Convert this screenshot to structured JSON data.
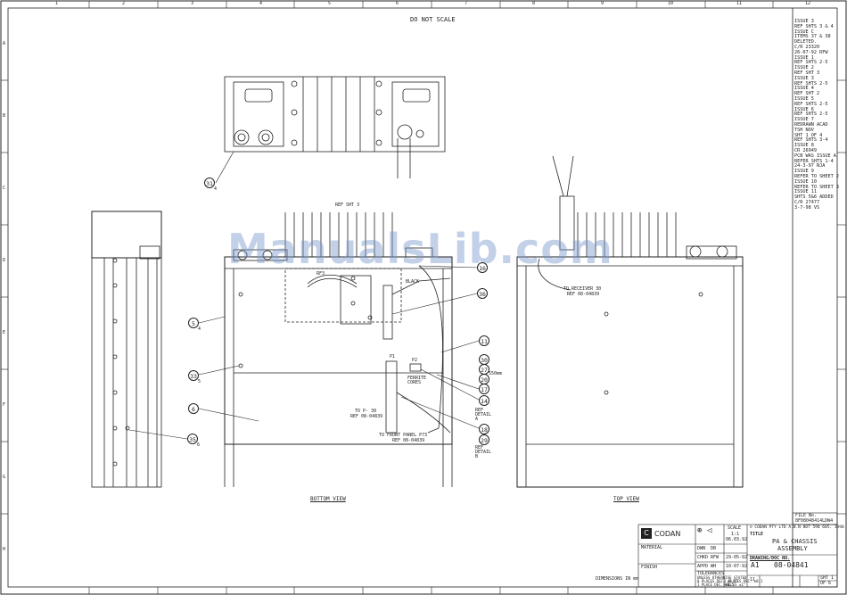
{
  "header_note": "DO NOT SCALE",
  "grid": {
    "columns": [
      "1",
      "2",
      "3",
      "4",
      "5",
      "6",
      "7",
      "8",
      "9",
      "10",
      "11",
      "12"
    ],
    "rows": [
      "A",
      "B",
      "C",
      "D",
      "E",
      "F",
      "G",
      "H"
    ]
  },
  "revisions": [
    {
      "label": "ISSUE 3"
    },
    {
      "label": "REF SHTS 3 & 4"
    },
    {
      "label": "ISSUE C"
    },
    {
      "label": "ITEMS 37 & 38"
    },
    {
      "label": "DELETED."
    },
    {
      "label": "C/R 23320"
    },
    {
      "label": "26-07-92  RFW"
    },
    {
      "label": "ISSUE 1"
    },
    {
      "label": "REF SHTS 2-5"
    },
    {
      "label": "ISSUE 2"
    },
    {
      "label": "REF SHT 3"
    },
    {
      "label": "ISSUE 3"
    },
    {
      "label": "REF SHTS 2-5"
    },
    {
      "label": "ISSUE 4"
    },
    {
      "label": "REF SHT 2"
    },
    {
      "label": "ISSUE 5"
    },
    {
      "label": "REF SHTS 2-5"
    },
    {
      "label": "ISSUE 6"
    },
    {
      "label": "REF SHTS 2-5"
    },
    {
      "label": "ISSUE 7"
    },
    {
      "label": "REDRAWN ACAD"
    },
    {
      "label": "TSH NOV"
    },
    {
      "label": "SHT 1 OF 4"
    },
    {
      "label": "REF SHTS 3-4"
    },
    {
      "label": "ISSUE 8"
    },
    {
      "label": "CR 26949"
    },
    {
      "label": "PCB WAS ISSUE A"
    },
    {
      "label": "REFER SHTS 1-4"
    },
    {
      "label": "24-3-97  NJA"
    },
    {
      "label": "ISSUE 9"
    },
    {
      "label": "REFER TO SHEET 2"
    },
    {
      "label": "ISSUE 10"
    },
    {
      "label": "REFER TO SHEET 3"
    },
    {
      "label": "ISSUE 11"
    },
    {
      "label": "SHTS 5&6 ADDED"
    },
    {
      "label": "C/R 27477"
    },
    {
      "label": "3-7-98         VS"
    }
  ],
  "labels": {
    "ref_sht3": "REF SHT 3",
    "rf3": "RF3",
    "black": "BLACK",
    "to_receiver": "TO RECEIVER 30",
    "ref_receiver": "REF 08-04839",
    "p1": "P1",
    "p2": "P2",
    "ferrite": "FERRITE CORES",
    "to_p30": "TO P- 30",
    "ref_p30": "REF 08-04839",
    "to_front": "TO FRONT PANEL P73",
    "ref_front": "REF 08-04839",
    "dim": "550mm",
    "ref_detail_a": "REF DETAIL A",
    "ref_detail_b": "REF DETAIL B",
    "bottom_view": "BOTTOM VIEW",
    "top_view": "TOP VIEW",
    "dimensions": "DIMENSIONS IN mm"
  },
  "balloons": {
    "b31": "31",
    "b31s": "4",
    "b5": "5",
    "b5s": "4",
    "b33": "33",
    "b33s": "5",
    "b6": "6",
    "b35": "35",
    "b35s": "6",
    "b16": "16",
    "b36": "36",
    "b11": "11",
    "b30": "30",
    "b27": "27",
    "b20": "20",
    "b17": "17",
    "b14": "14",
    "b18": "18",
    "b29": "29"
  },
  "watermark": "ManualsLib.com",
  "title_block": {
    "file_no_label": "FILE No.",
    "file_no": "8F08048414LDW4",
    "company": "CODAN",
    "copyright": "© CODAN PTY LTD A.B.N 007 590 605. 1998",
    "scale_label": "SCALE",
    "scale": "1:1",
    "date": "06.03.92",
    "title_label": "TITLE",
    "title_line1": "PA & CHASSIS",
    "title_line2": "ASSEMBLY",
    "drawing_no_label": "DRAWING/DOC NO.",
    "drawing_no": "08-04841",
    "size": "A1",
    "iss": "11",
    "sheet": "SHT 1",
    "of": "OF 6",
    "dwn": "DWN",
    "dwn_by": "DB",
    "chkd": "CHKD",
    "chkd_by": "RFW",
    "chkd_date": "29-05-92",
    "appd": "APPD",
    "appd_by": "WH",
    "appd_date": "10-07-92",
    "material_label": "MATERIAL",
    "finish_label": "FINISH",
    "tol_head1": "TOLERANCES",
    "tol_head2": "UNLESS OTHERWISE STATED",
    "tol_0": "0 PLACES DEC.  ±0.25",
    "tol_1": "1 PLACE DEC.   ±0.5",
    "tol_2": "2 PLACES DEC.  ±0.1",
    "tol_ang": "ANGLES         ±1°"
  }
}
